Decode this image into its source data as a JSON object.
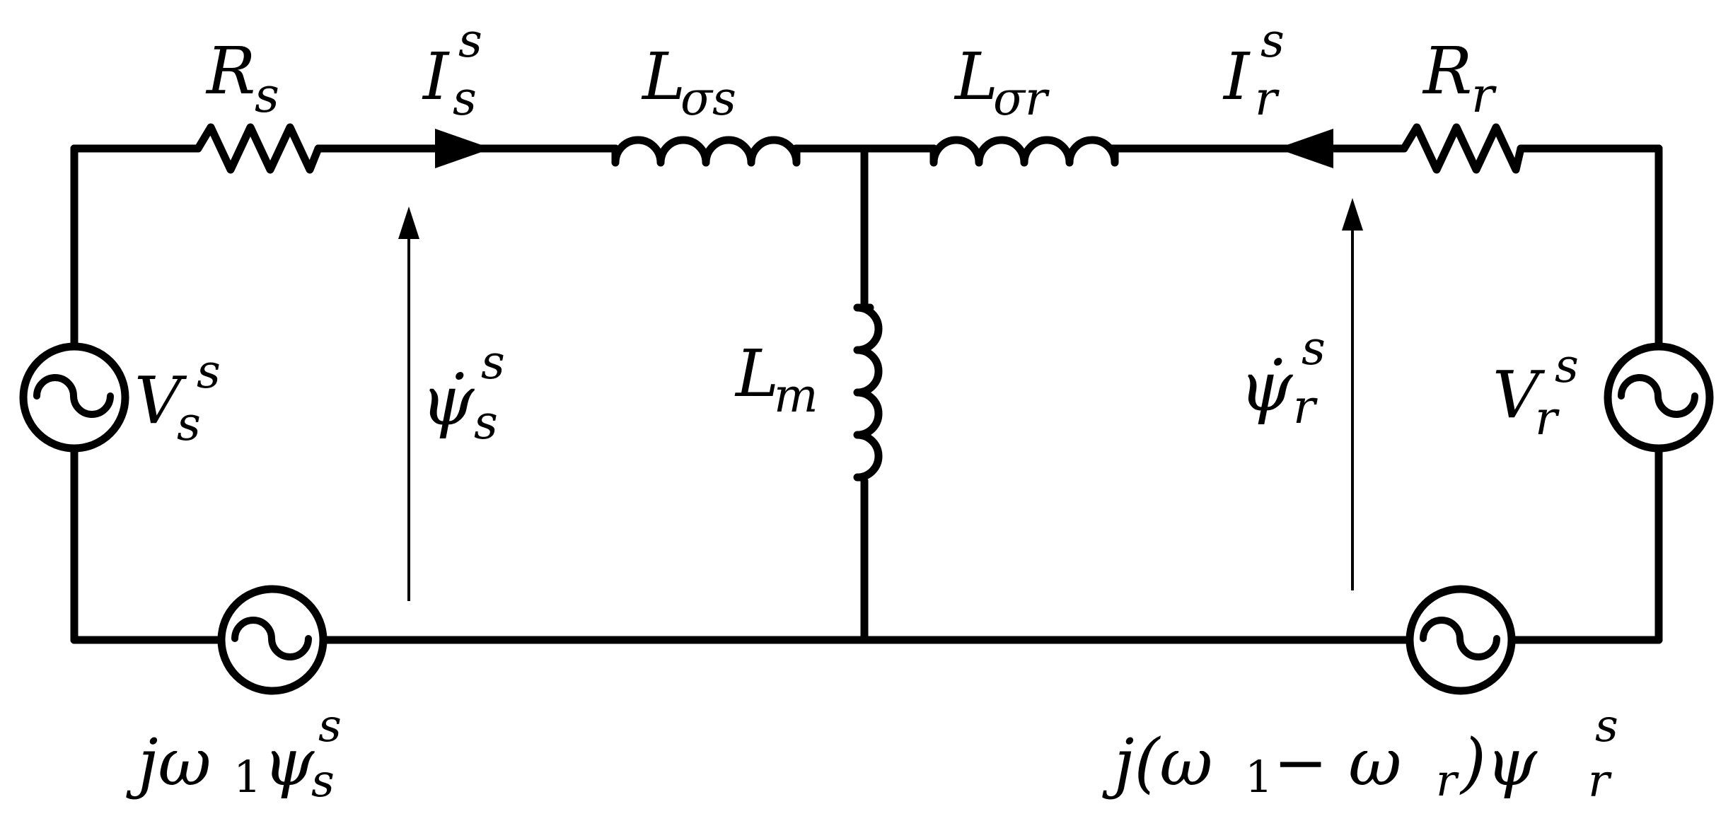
{
  "labels": {
    "rs": {
      "main": "R",
      "sub": "s"
    },
    "is": {
      "main": "I",
      "sup": "s",
      "sub": "s"
    },
    "lss": {
      "main": "L",
      "sub": "σs"
    },
    "lsr": {
      "main": "L",
      "sub": "σr"
    },
    "ir": {
      "main": "I",
      "sup": "s",
      "sub": "r"
    },
    "rr": {
      "main": "R",
      "sub": "r"
    },
    "vs": {
      "main": "V",
      "sup": "s",
      "sub": "s"
    },
    "psis": {
      "main": "ψ̇",
      "sup": "s",
      "sub": "s"
    },
    "lm": {
      "main": "L",
      "sub": "m"
    },
    "psir": {
      "main": "ψ̇",
      "sup": "s",
      "sub": "r"
    },
    "vr": {
      "main": "V",
      "sup": "s",
      "sub": "r"
    },
    "es": {
      "main": "jω",
      "one": "1",
      "psi": "ψ",
      "sup": "s",
      "sub": "s"
    },
    "er": {
      "pre": "j(ω",
      "one": "1",
      "minus": " − ω",
      "r": "r",
      "close": ")ψ",
      "sup": "s",
      "sub": "r"
    }
  }
}
